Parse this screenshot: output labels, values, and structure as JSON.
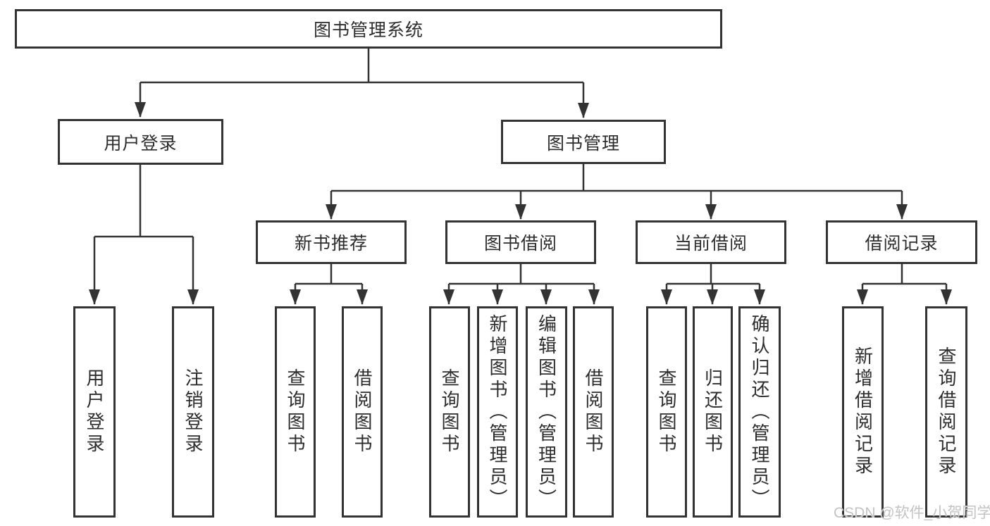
{
  "diagram": {
    "root": {
      "label": "图书管理系统"
    },
    "children": [
      {
        "label": "用户登录",
        "children": [
          {
            "label": "用户登录"
          },
          {
            "label": "注销登录"
          }
        ]
      },
      {
        "label": "图书管理",
        "children": [
          {
            "label": "新书推荐",
            "children": [
              {
                "label": "查询图书"
              },
              {
                "label": "借阅图书"
              }
            ]
          },
          {
            "label": "图书借阅",
            "children": [
              {
                "label": "查询图书"
              },
              {
                "label": "新增图书（管理员）"
              },
              {
                "label": "编辑图书（管理员）"
              },
              {
                "label": "借阅图书"
              }
            ]
          },
          {
            "label": "当前借阅",
            "children": [
              {
                "label": "查询图书"
              },
              {
                "label": "归还图书"
              },
              {
                "label": "确认归还（管理员）"
              }
            ]
          },
          {
            "label": "借阅记录",
            "children": [
              {
                "label": "新增借阅记录"
              },
              {
                "label": "查询借阅记录"
              }
            ]
          }
        ]
      }
    ]
  },
  "watermark": {
    "text": "CSDN @软件_小贺同学",
    "color": "#c3c3c3"
  },
  "colors": {
    "line": "#333333",
    "text": "#2d2d2d",
    "background": "#ffffff"
  }
}
